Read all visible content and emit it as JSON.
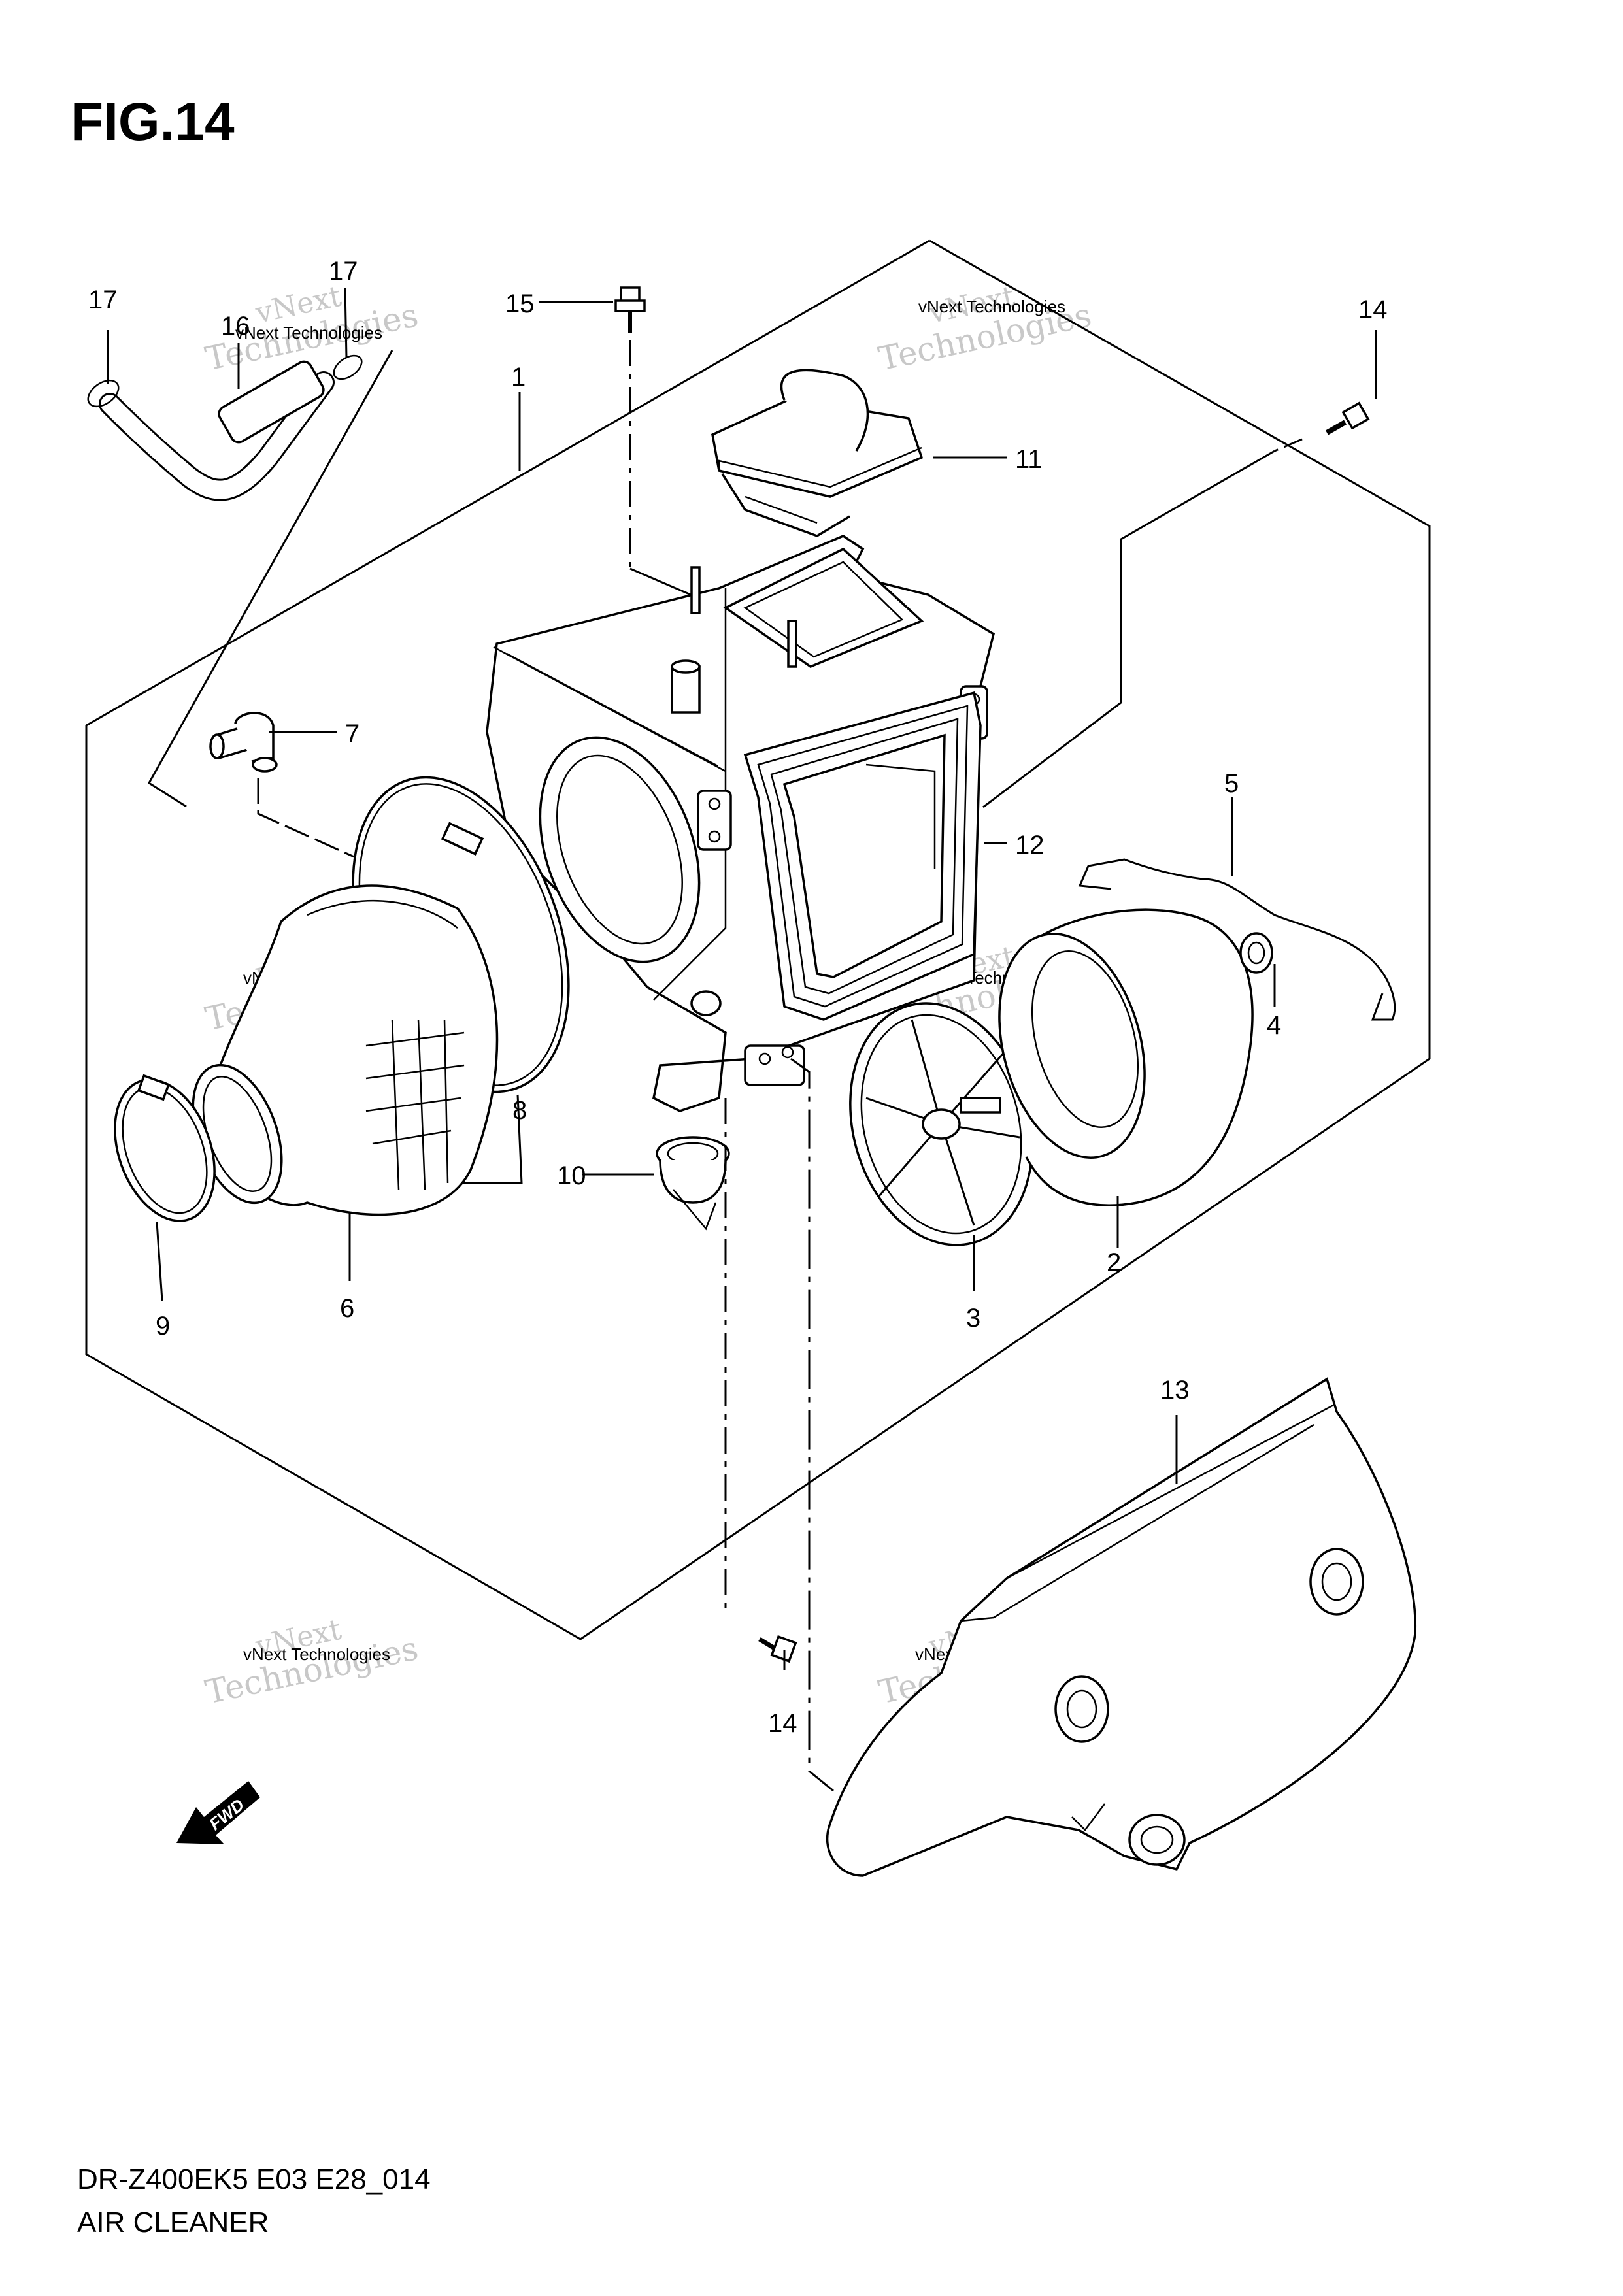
{
  "figure": {
    "title": "FIG.14"
  },
  "footer": {
    "model_code": "DR-Z400EK5 E03 E28_014",
    "section_name": "AIR CLEANER"
  },
  "fwd_label": "FWD",
  "watermark": {
    "line1": "vNext Technologies",
    "line2": "vNext",
    "line3": "Technologies"
  },
  "callouts": [
    {
      "id": "p1",
      "label": "1"
    },
    {
      "id": "p2",
      "label": "2"
    },
    {
      "id": "p3",
      "label": "3"
    },
    {
      "id": "p4",
      "label": "4"
    },
    {
      "id": "p5",
      "label": "5"
    },
    {
      "id": "p6",
      "label": "6"
    },
    {
      "id": "p7",
      "label": "7"
    },
    {
      "id": "p8",
      "label": "8"
    },
    {
      "id": "p9",
      "label": "9"
    },
    {
      "id": "p10",
      "label": "10"
    },
    {
      "id": "p11",
      "label": "11"
    },
    {
      "id": "p12",
      "label": "12"
    },
    {
      "id": "p13",
      "label": "13"
    },
    {
      "id": "p14a",
      "label": "14"
    },
    {
      "id": "p14b",
      "label": "14"
    },
    {
      "id": "p15",
      "label": "15"
    },
    {
      "id": "p16",
      "label": "16"
    },
    {
      "id": "p17a",
      "label": "17"
    },
    {
      "id": "p17b",
      "label": "17"
    }
  ]
}
